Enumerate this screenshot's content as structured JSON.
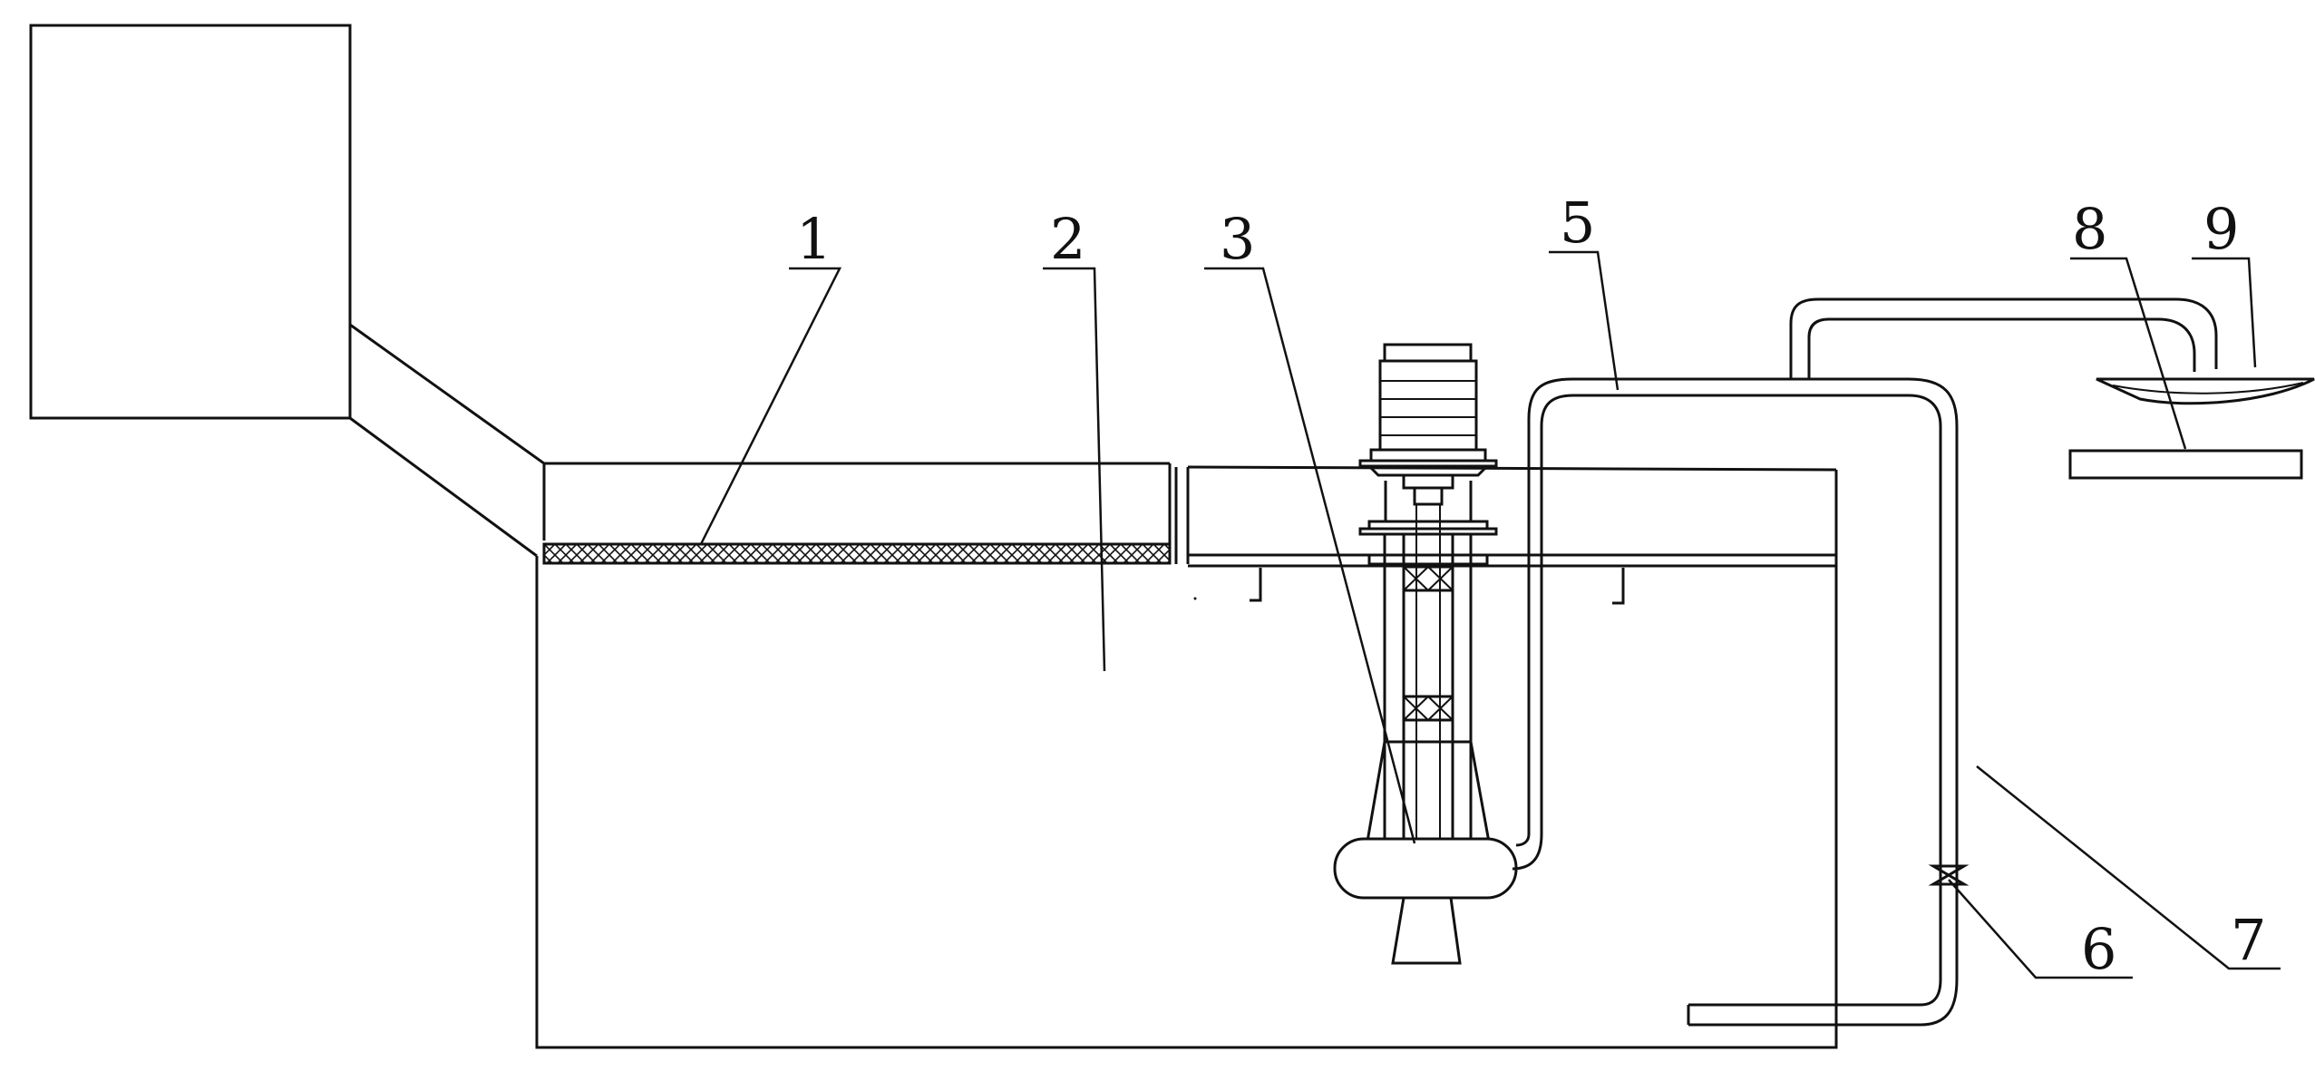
{
  "labels": {
    "l1": "1",
    "l2": "2",
    "l3": "3",
    "l5": "5",
    "l6": "6",
    "l7": "7",
    "l8": "8",
    "l9": "9"
  },
  "colors": {
    "stroke": "#111111",
    "background": "#ffffff"
  }
}
